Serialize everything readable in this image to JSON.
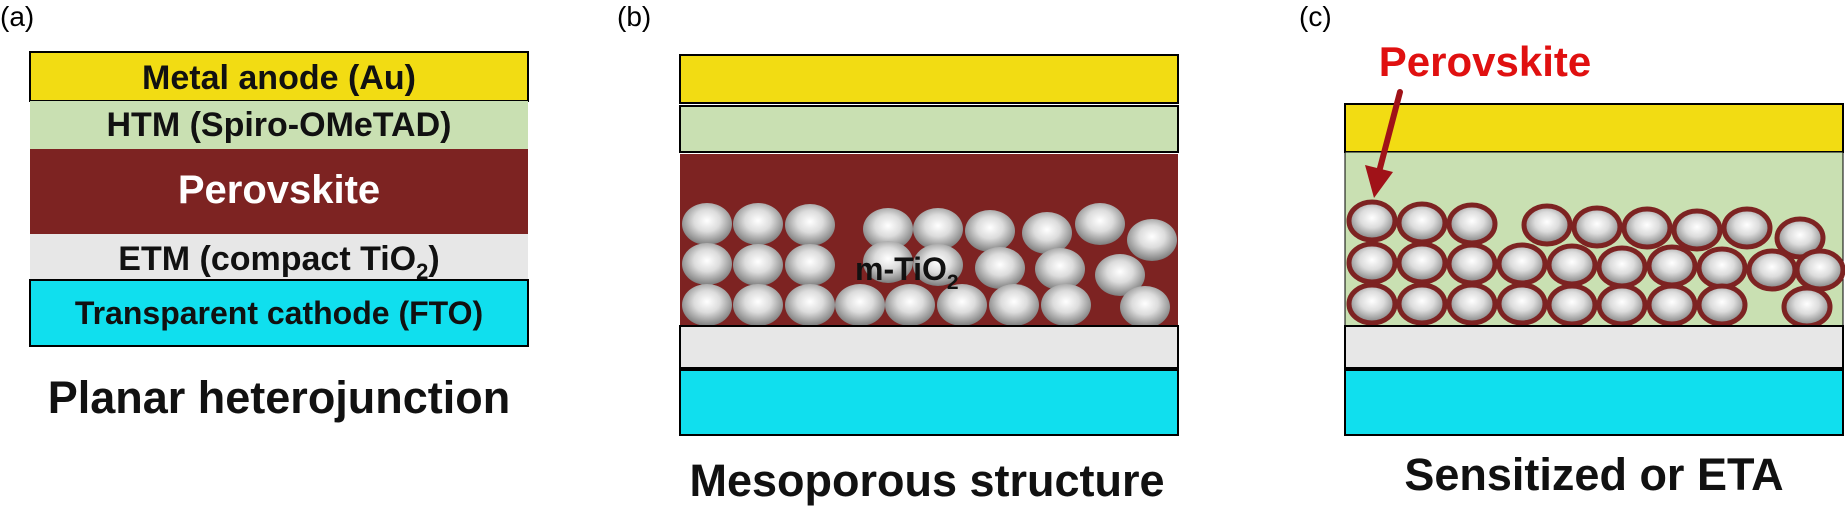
{
  "panels": {
    "a": {
      "tag": "(a)",
      "caption": "Planar heterojunction",
      "layers": {
        "anode": "Metal anode (Au)",
        "htm": "HTM (Spiro-OMeTAD)",
        "perovskite": "Perovskite",
        "etm_main": "ETM (compact TiO",
        "etm_sub": "2",
        "etm_close": ")",
        "cathode": "Transparent cathode (FTO)"
      }
    },
    "b": {
      "tag": "(b)",
      "caption": "Mesoporous structure",
      "mtio_main": "m-TiO",
      "mtio_sub": "2"
    },
    "c": {
      "tag": "(c)",
      "caption": "Sensitized or ETA",
      "annotation": "Perovskite"
    }
  },
  "colors": {
    "gold": "#f2dc13",
    "green": "#c9e0b2",
    "maroon": "#7d2322",
    "grey": "#e7e7e7",
    "cyan": "#10dfee",
    "annotation_red": "#e01010",
    "arrow": "#a01218"
  }
}
